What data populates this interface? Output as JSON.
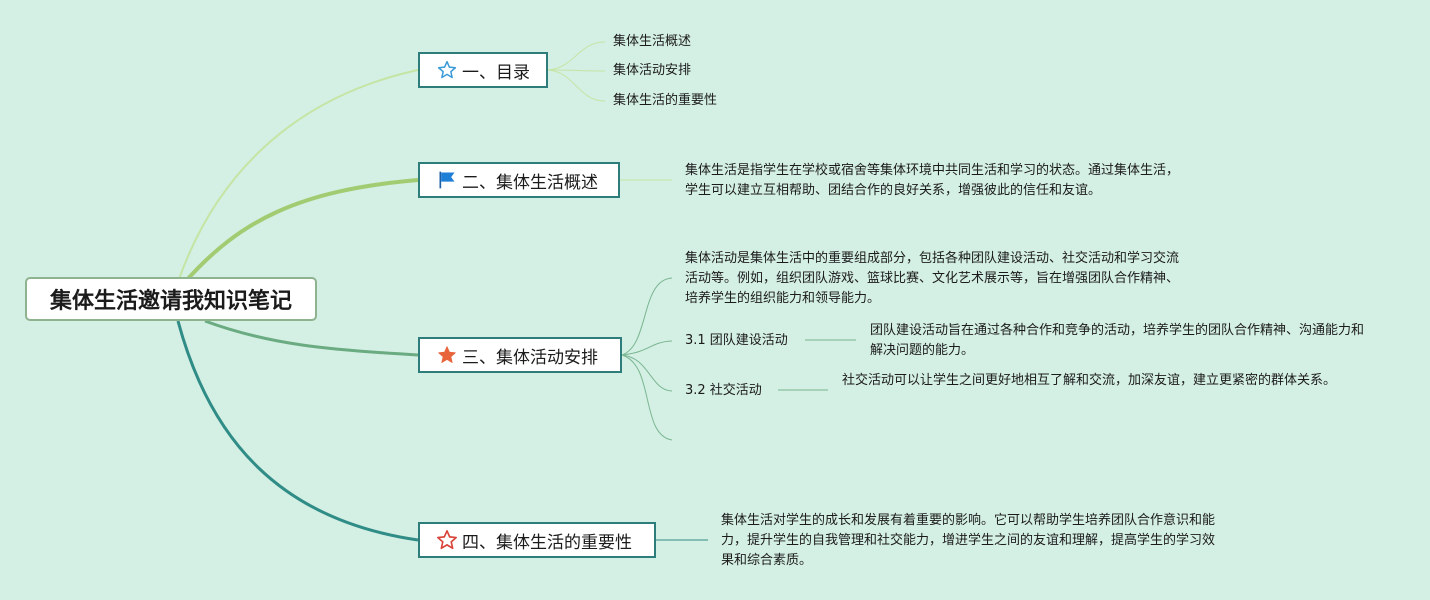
{
  "mindmap": {
    "root": {
      "label": "集体生活邀请我知识笔记"
    },
    "branches": [
      {
        "label": "一、目录",
        "icon": "star-outline-icon",
        "icon_color": "#3a9ad9",
        "children": [
          "集体生活概述",
          "集体活动安排",
          "集体生活的重要性"
        ]
      },
      {
        "label": "二、集体生活概述",
        "icon": "flag-icon",
        "icon_color": "#1f7fd6",
        "description": "集体生活是指学生在学校或宿舍等集体环境中共同生活和学习的状态。通过集体生活，学生可以建立互相帮助、团结合作的良好关系，增强彼此的信任和友谊。"
      },
      {
        "label": "三、集体活动安排",
        "icon": "star-filled-icon",
        "icon_color": "#e8643a",
        "description": "集体活动是集体生活中的重要组成部分，包括各种团队建设活动、社交活动和学习交流活动等。例如，组织团队游戏、篮球比赛、文化艺术展示等，旨在增强团队合作精神、培养学生的组织能力和领导能力。",
        "subtopics": [
          {
            "label": "3.1 团队建设活动",
            "description": "团队建设活动旨在通过各种合作和竞争的活动，培养学生的团队合作精神、沟通能力和解决问题的能力。"
          },
          {
            "label": "3.2 社交活动",
            "description": "社交活动可以让学生之间更好地相互了解和交流，加深友谊，建立更紧密的群体关系。"
          }
        ]
      },
      {
        "label": "四、集体生活的重要性",
        "icon": "star-outline-icon",
        "icon_color": "#d9453a",
        "description": "集体生活对学生的成长和发展有着重要的影响。它可以帮助学生培养团队合作意识和能力，提升学生的自我管理和社交能力，增进学生之间的友谊和理解，提高学生的学习效果和综合素质。"
      }
    ]
  },
  "colors": {
    "background": "#d4efe3",
    "branch_1_line": "#c5e5a4",
    "branch_2_line": "#a2cc72",
    "branch_3_line": "#6aab82",
    "branch_4_line": "#2f8c86"
  }
}
